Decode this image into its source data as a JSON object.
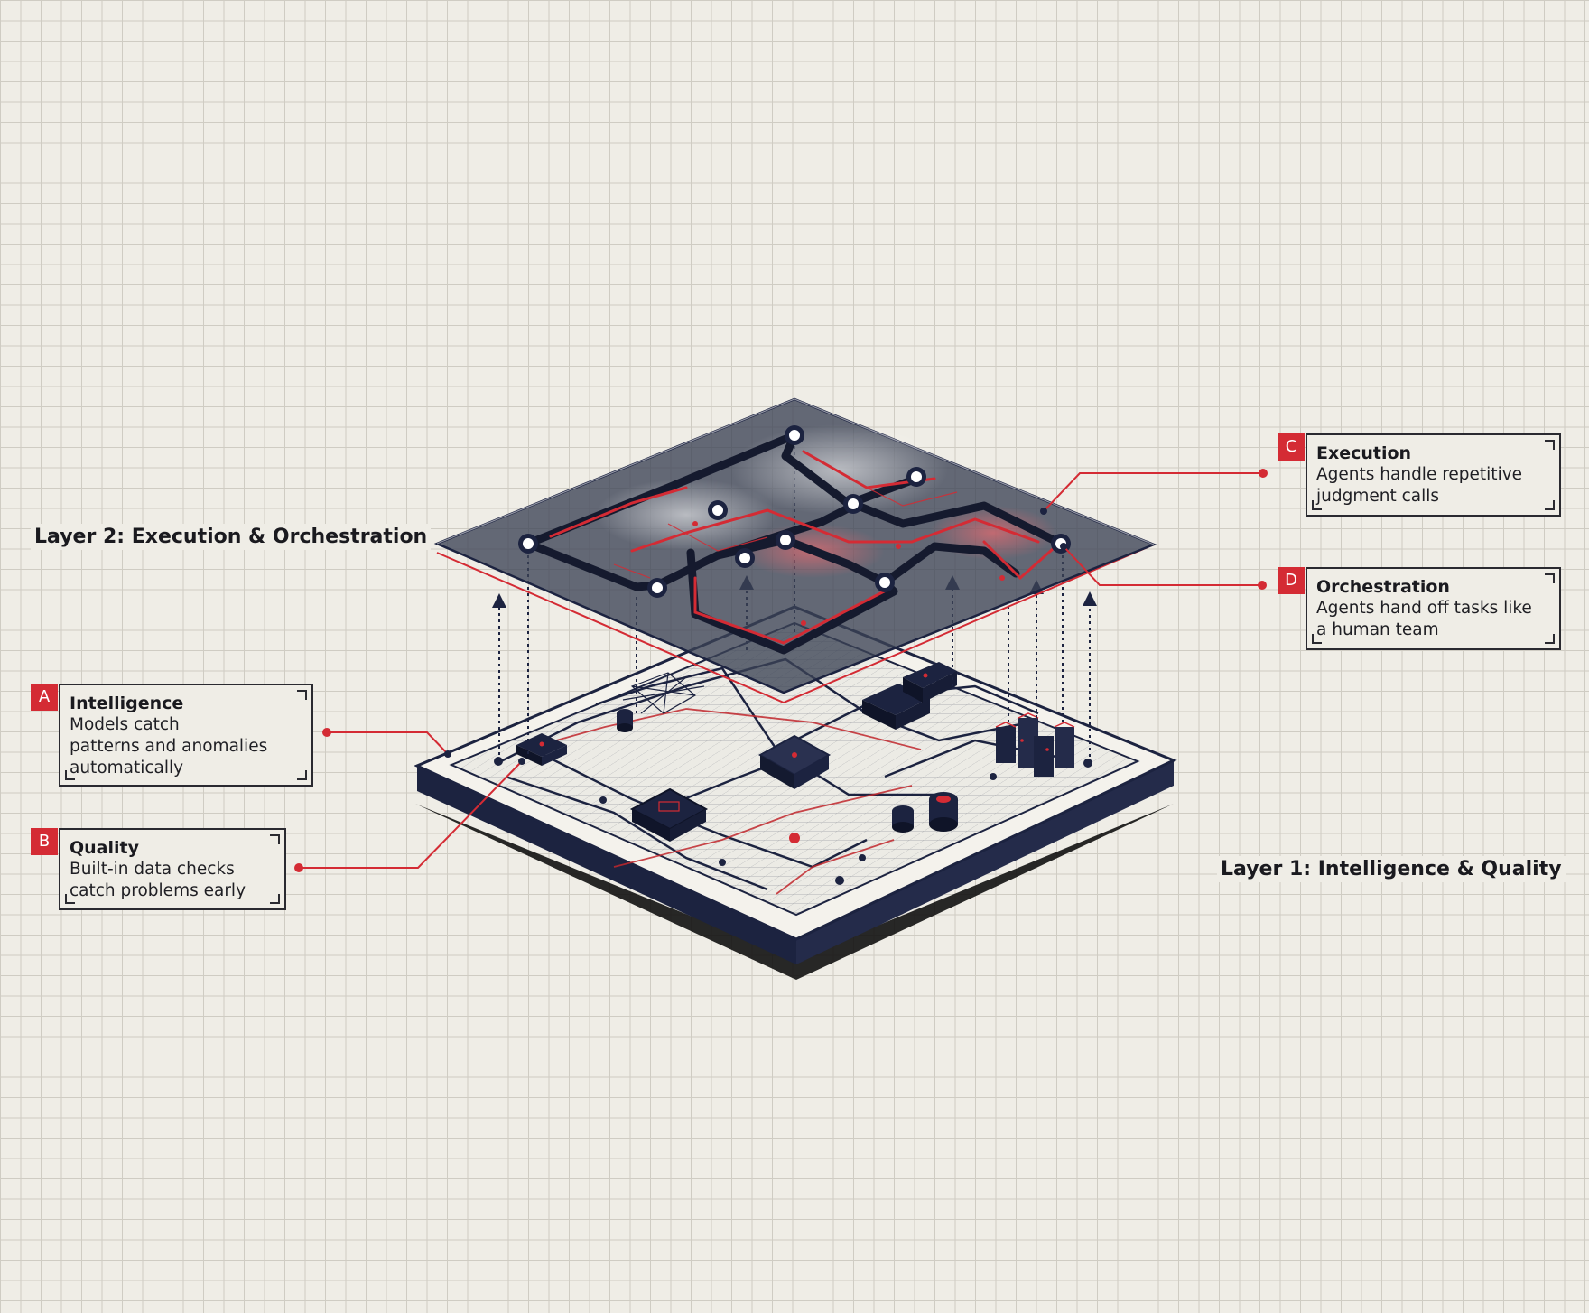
{
  "layers": {
    "top_title": "Layer 2: Execution & Orchestration",
    "bottom_title": "Layer 1: Intelligence & Quality"
  },
  "callouts": [
    {
      "badge": "A",
      "title": "Intelligence",
      "lines": [
        "Models catch",
        "patterns and anomalies",
        "automatically"
      ]
    },
    {
      "badge": "B",
      "title": "Quality",
      "lines": [
        "Built-in data checks",
        "catch problems early"
      ]
    },
    {
      "badge": "C",
      "title": "Execution",
      "lines": [
        "Agents handle repetitive",
        "judgment calls"
      ]
    },
    {
      "badge": "D",
      "title": "Orchestration",
      "lines": [
        "Agents hand off tasks like",
        "a human team"
      ]
    }
  ],
  "colors": {
    "background": "#efede6",
    "grid_line": "#cfccc3",
    "navy": "#1c2340",
    "accent_red": "#d42b34",
    "glass_panel": "#3b4255"
  },
  "icons": [
    "arrow-up-icon",
    "node-icon",
    "server-icon",
    "database-icon",
    "processor-icon",
    "network-icon"
  ]
}
